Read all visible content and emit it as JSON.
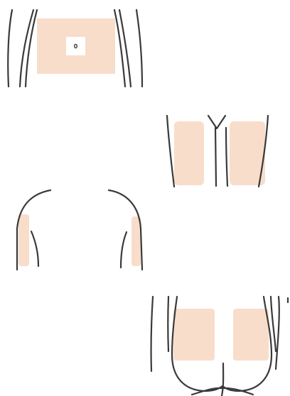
{
  "figure": {
    "colors": {
      "zone_fill": "#f8ddcb",
      "outline": "#3a3a3a",
      "navel_box": "#ffffff",
      "background": "#ffffff"
    },
    "panels": [
      {
        "id": "abdomen",
        "zones": 1,
        "icon": "navel-marker"
      },
      {
        "id": "thighs",
        "zones": 2
      },
      {
        "id": "upper-arms",
        "zones": 2
      },
      {
        "id": "buttocks",
        "zones": 2
      }
    ]
  }
}
